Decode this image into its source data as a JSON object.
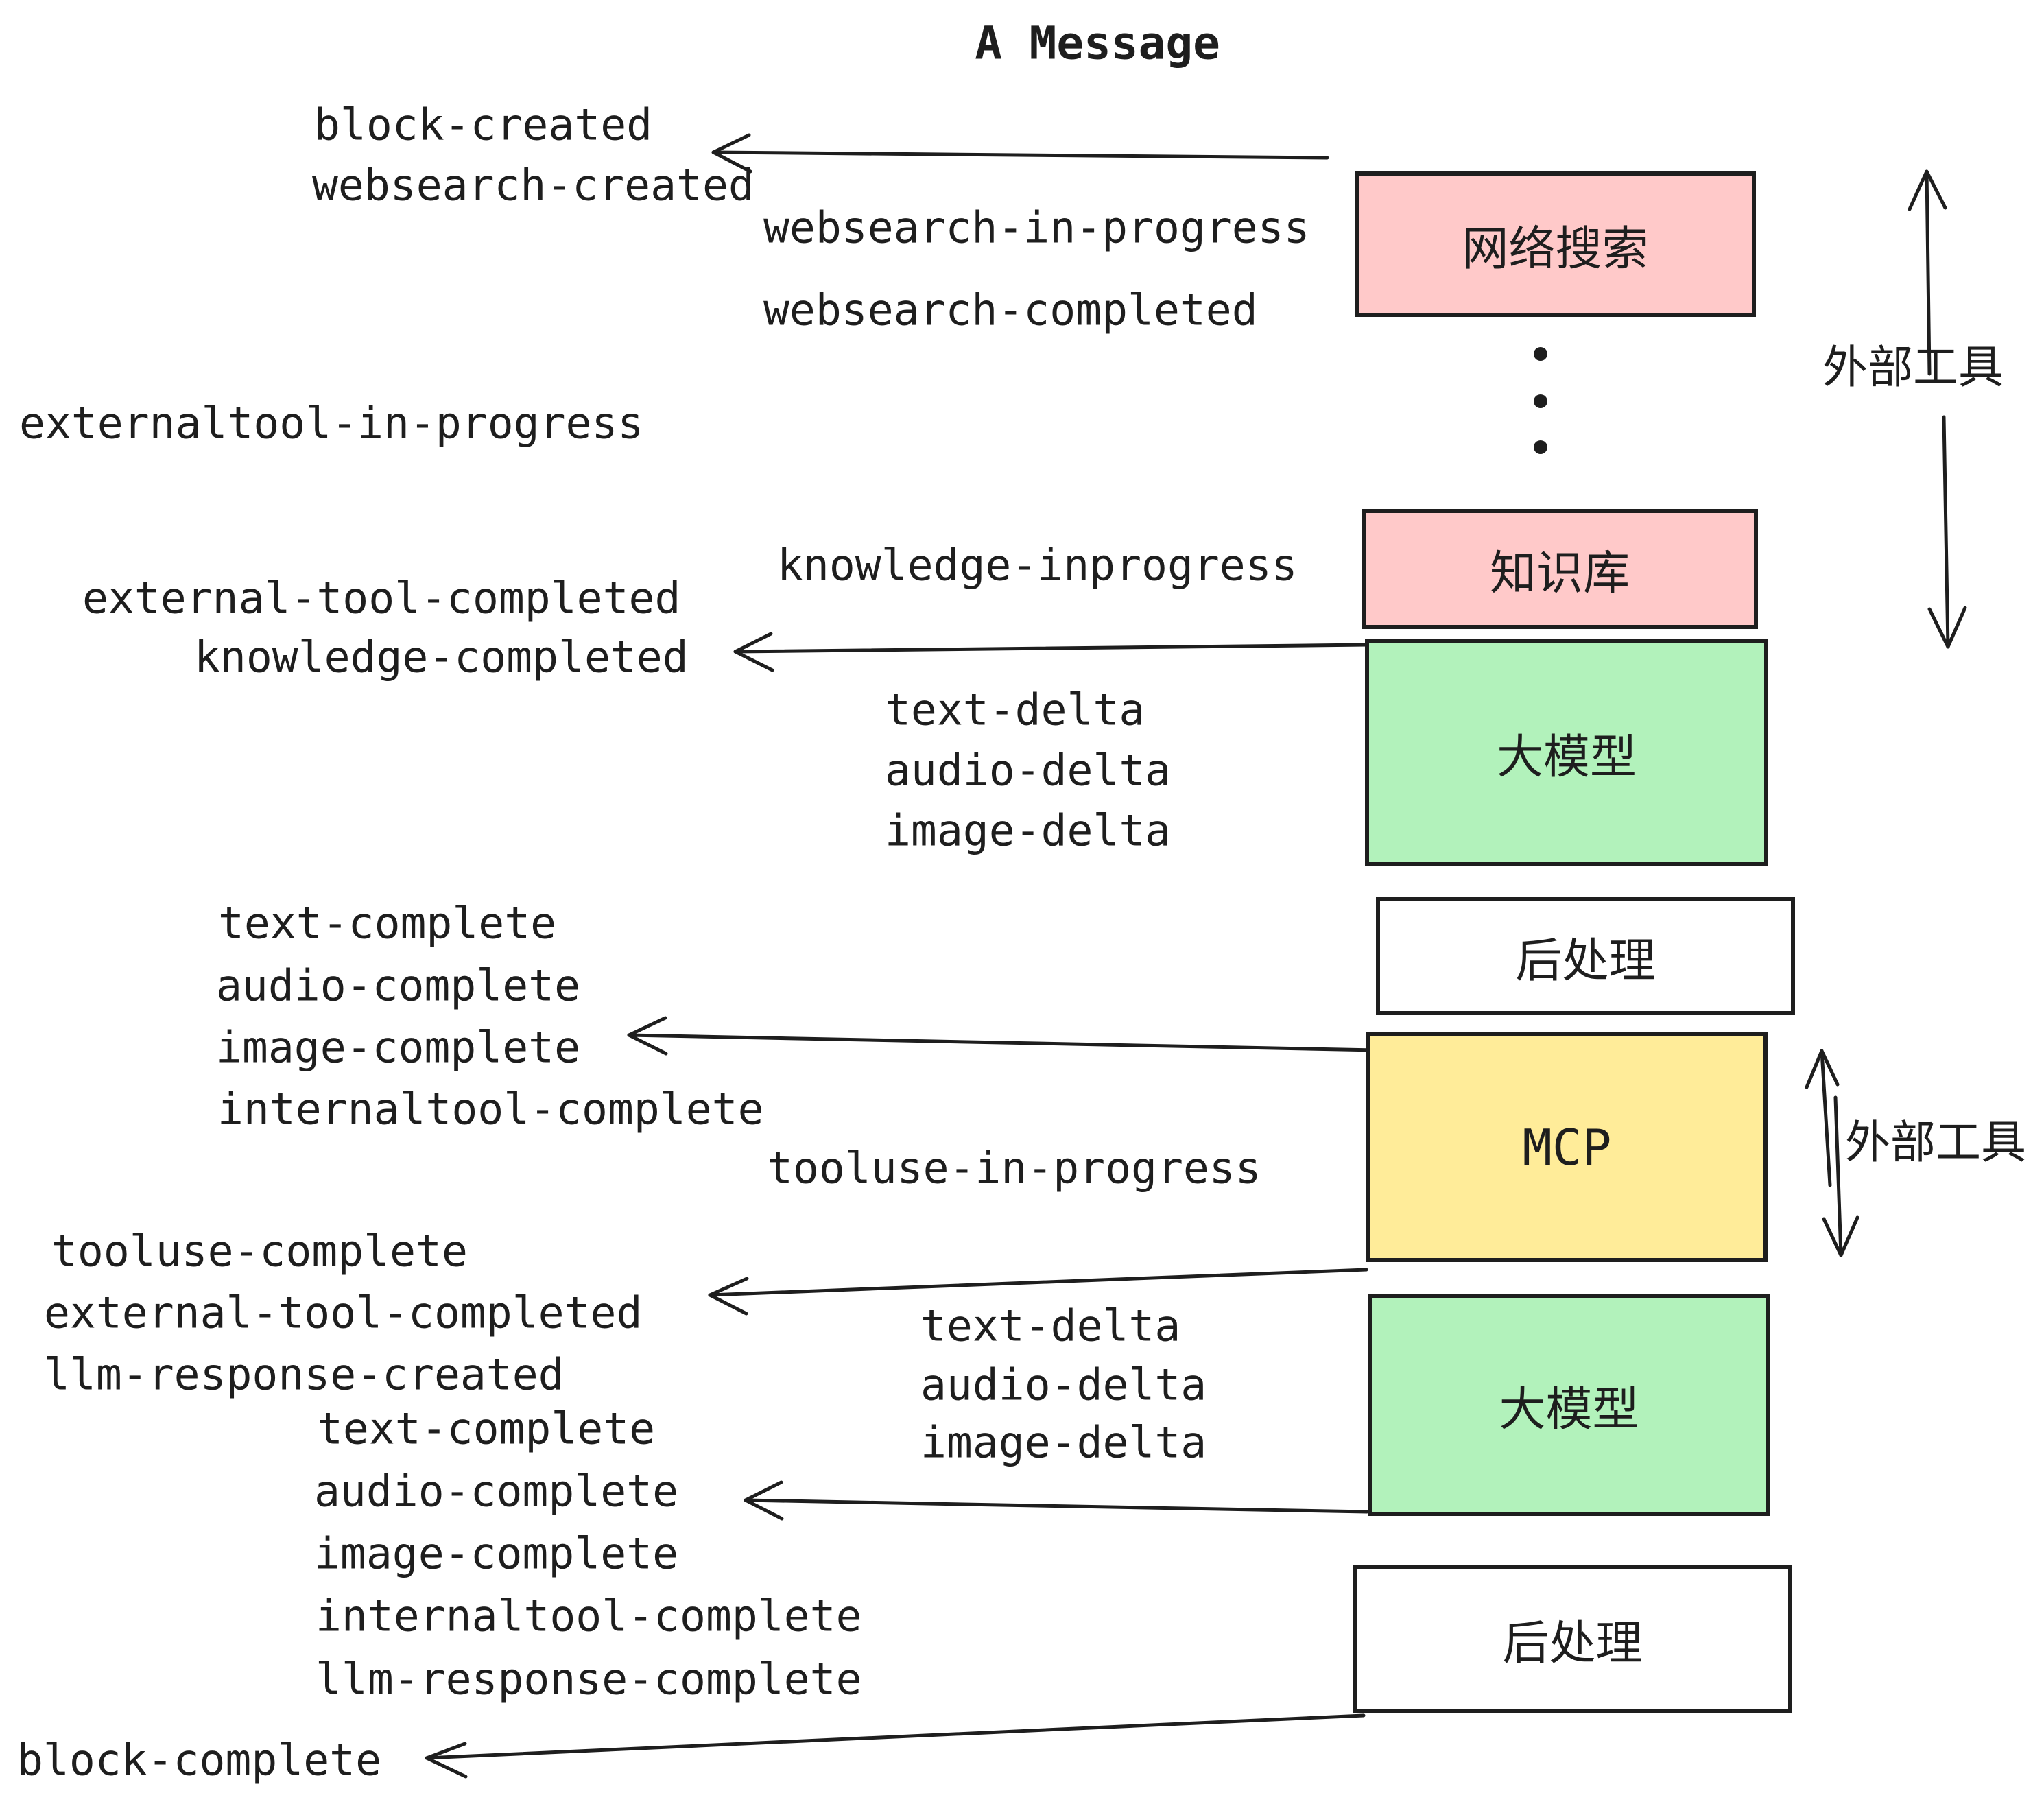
{
  "title": "A Message",
  "colors": {
    "pink": "#ffc9c9",
    "green": "#b2f2bb",
    "yellow": "#ffec99",
    "white": "#ffffff",
    "ink": "#1e1e1e"
  },
  "boxes": {
    "websearch": {
      "label": "网络搜索"
    },
    "knowledge": {
      "label": "知识库"
    },
    "llm1": {
      "label": "大模型"
    },
    "post1": {
      "label": "后处理"
    },
    "mcp": {
      "label": "MCP"
    },
    "llm2": {
      "label": "大模型"
    },
    "post2": {
      "label": "后处理"
    }
  },
  "side_labels": {
    "external_tools_top": "外部工具",
    "external_tools_mcp": "外部工具"
  },
  "events": {
    "block_created": "block-created",
    "websearch_created": "websearch-created",
    "websearch_in_progress": "websearch-in-progress",
    "websearch_completed": "websearch-completed",
    "externaltool_in_progress": "externaltool-in-progress",
    "knowledge_inprogress": "knowledge-inprogress",
    "external_tool_completed_1": "external-tool-completed",
    "knowledge_completed": "knowledge-completed",
    "text_delta_1": "text-delta",
    "audio_delta_1": "audio-delta",
    "image_delta_1": "image-delta",
    "text_complete_1": "text-complete",
    "audio_complete_1": "audio-complete",
    "image_complete_1": "image-complete",
    "internaltool_complete_1": "internaltool-complete",
    "tooluse_in_progress": "tooluse-in-progress",
    "tooluse_complete": "tooluse-complete",
    "external_tool_completed_2": "external-tool-completed",
    "llm_response_created": "llm-response-created",
    "text_delta_2": "text-delta",
    "audio_delta_2": "audio-delta",
    "image_delta_2": "image-delta",
    "text_complete_2": "text-complete",
    "audio_complete_2": "audio-complete",
    "image_complete_2": "image-complete",
    "internaltool_complete_2": "internaltool-complete",
    "llm_response_complete": "llm-response-complete",
    "block_complete": "block-complete"
  }
}
